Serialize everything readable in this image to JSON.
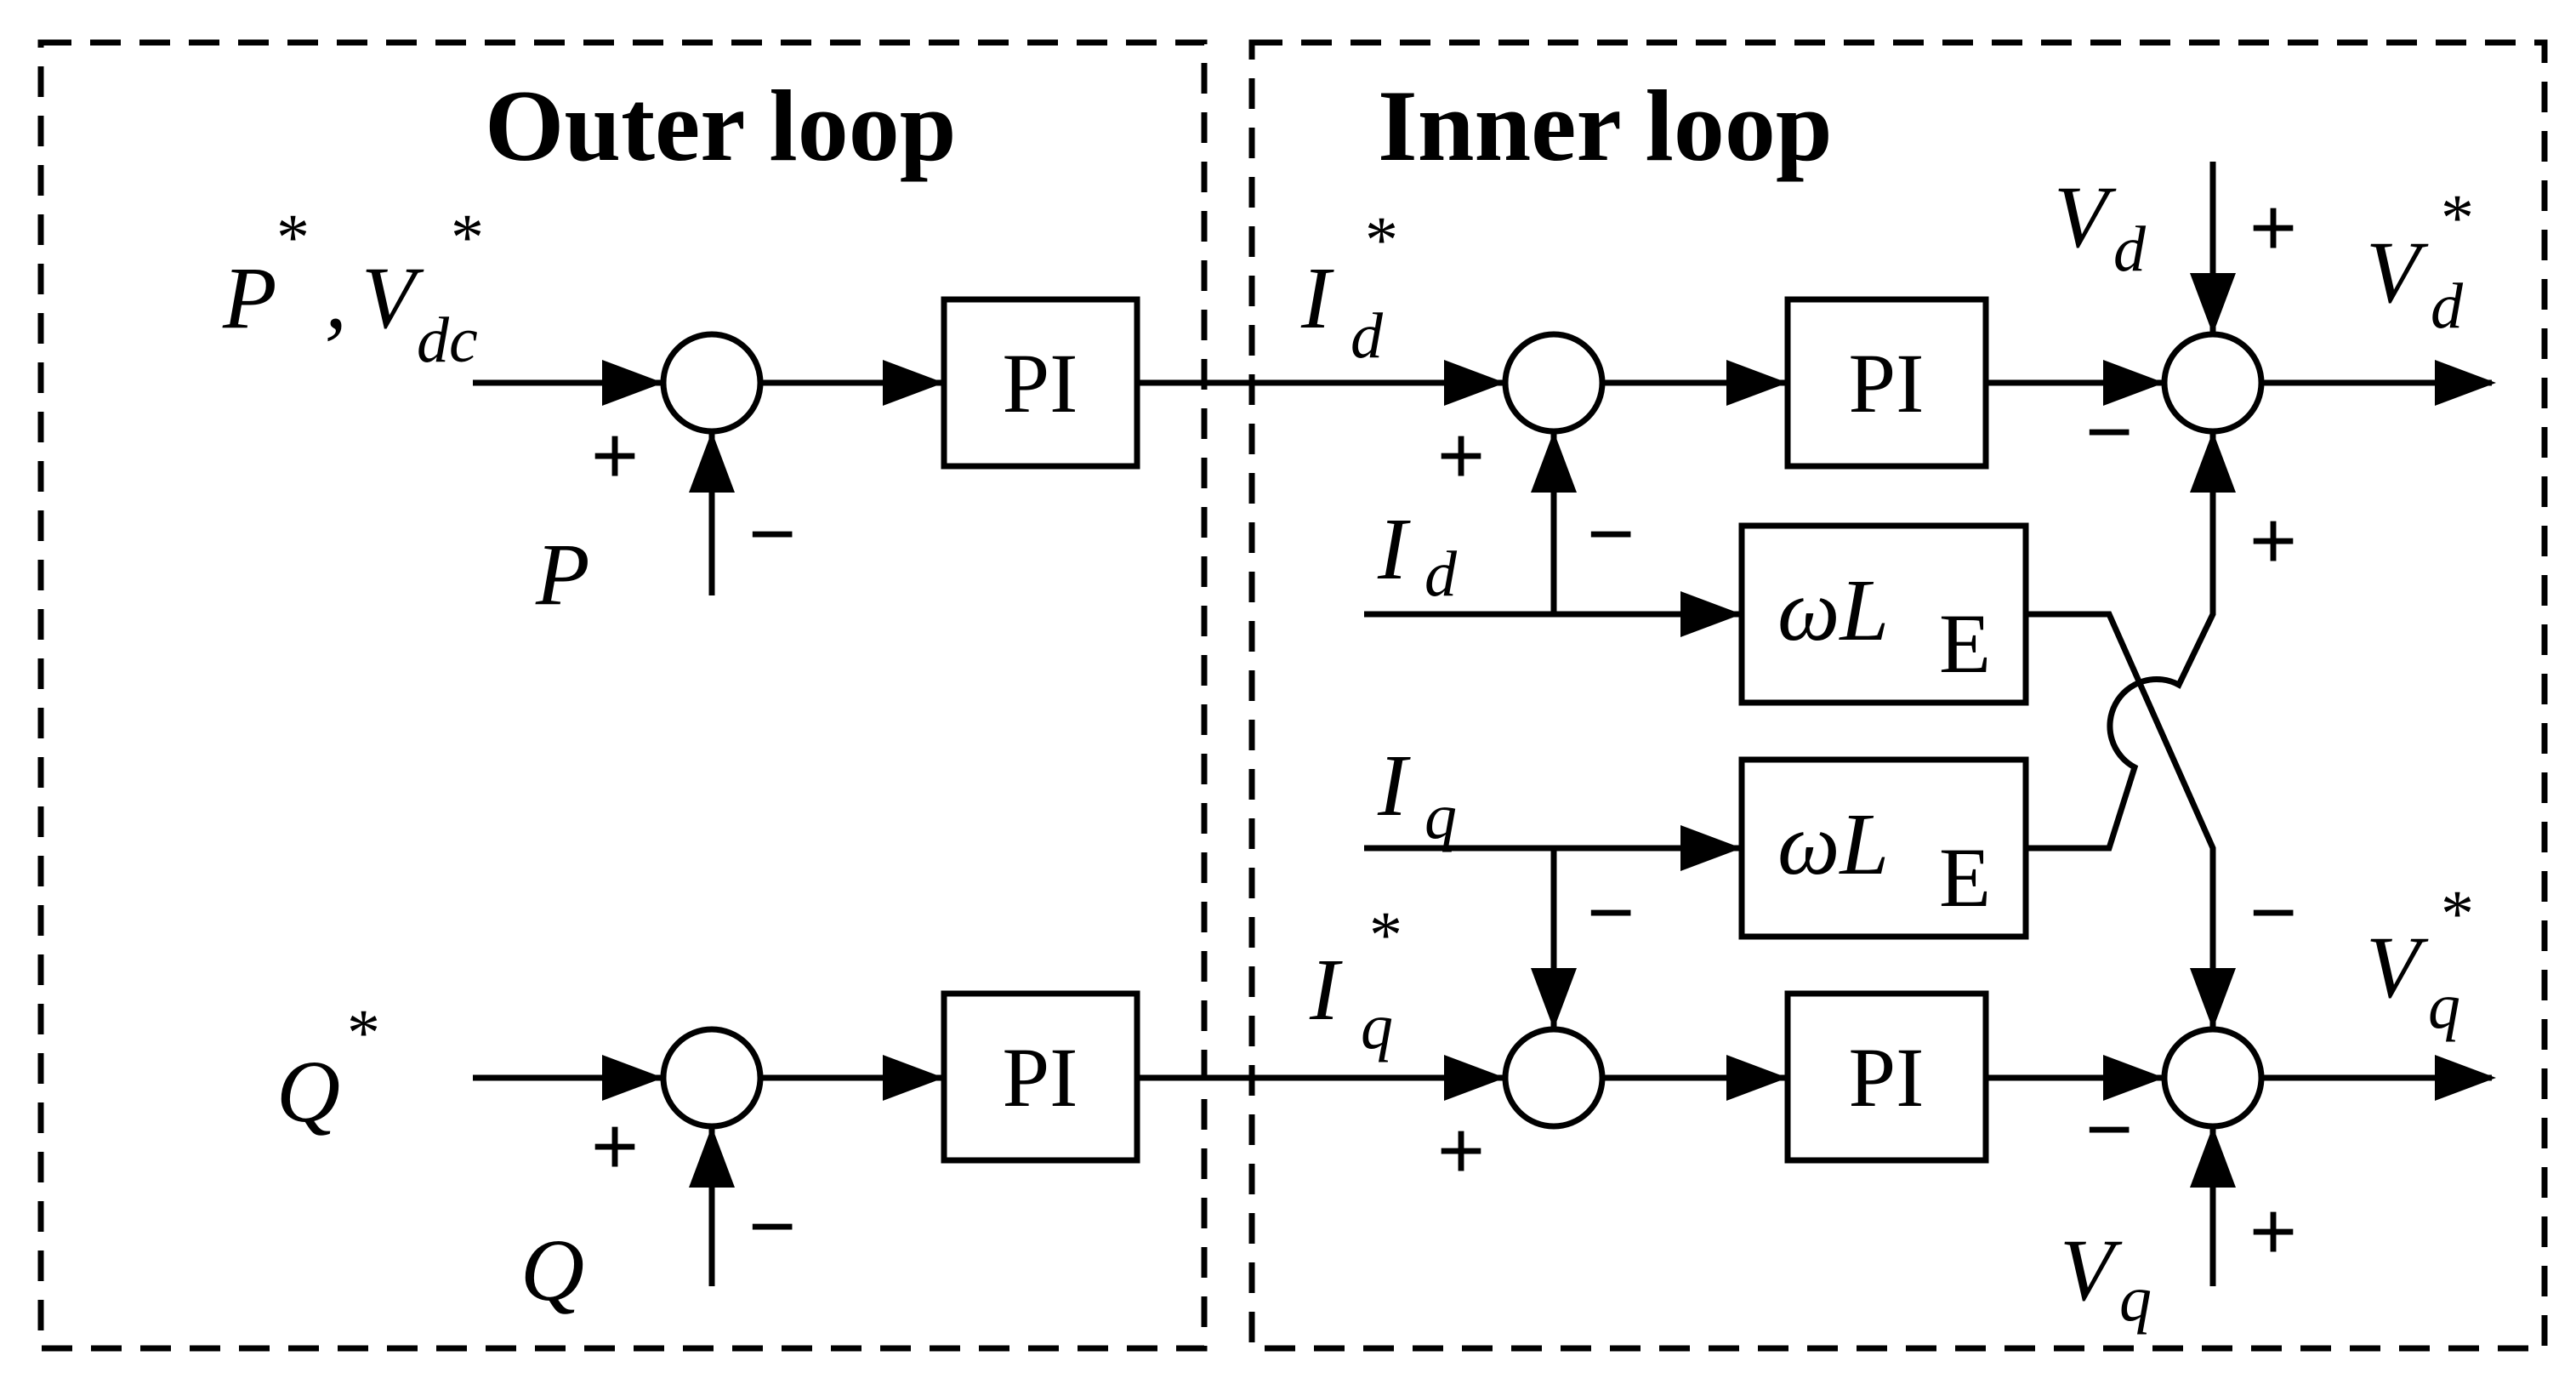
{
  "sections": {
    "outer_title": "Outer loop",
    "inner_title": "Inner loop"
  },
  "blocks": {
    "pi": "PI",
    "omega_L": "ωL",
    "omega_L_sub": "E"
  },
  "signals": {
    "P": "P",
    "V": "V",
    "dc": "dc",
    "star": "*",
    "comma": ",",
    "Q": "Q",
    "I": "I",
    "d": "d",
    "q": "q"
  },
  "signs": {
    "plus": "+",
    "minus": "−"
  }
}
